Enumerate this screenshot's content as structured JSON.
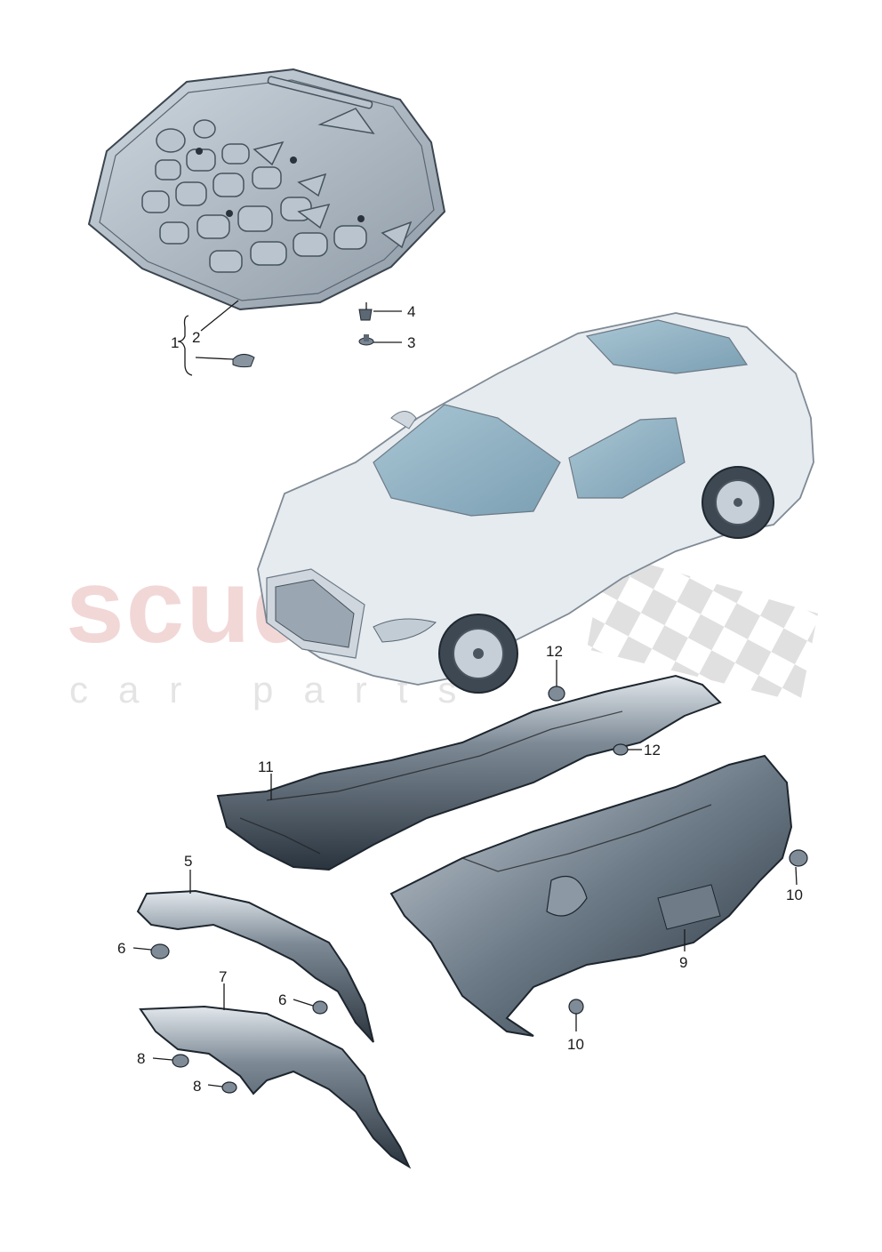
{
  "watermark": {
    "brand": "scuderia",
    "tagline": "car parts"
  },
  "callouts": {
    "c1": "1",
    "c2": "2",
    "c3": "3",
    "c4": "4",
    "c5": "5",
    "c6a": "6",
    "c6b": "6",
    "c7": "7",
    "c8a": "8",
    "c8b": "8",
    "c9": "9",
    "c10a": "10",
    "c10b": "10",
    "c11": "11",
    "c12a": "12",
    "c12b": "12"
  },
  "colors": {
    "part_fill": "#8a96a3",
    "part_dark": "#2f3a44",
    "car_body": "#dde3ea",
    "glass": "#8fb3c6",
    "watermark_red": "#e8b6b6"
  }
}
